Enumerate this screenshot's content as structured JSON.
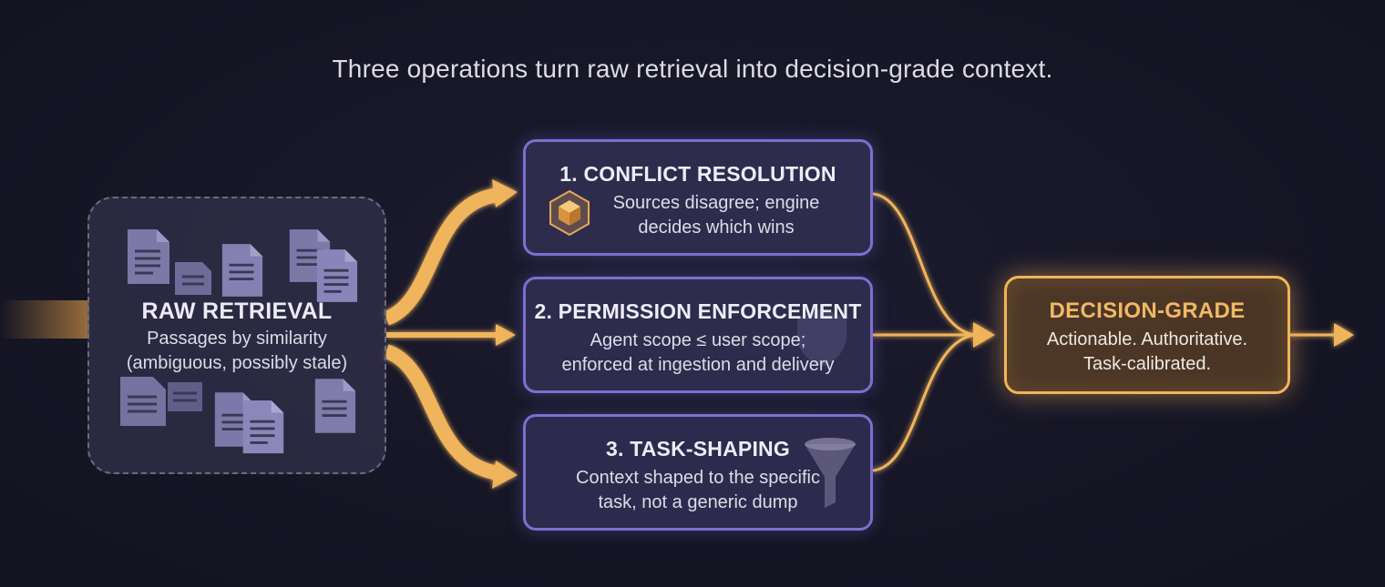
{
  "title": "Three operations turn raw retrieval into decision-grade context.",
  "raw": {
    "title": "RAW RETRIEVAL",
    "line1": "Passages by similarity",
    "line2": "(ambiguous, possibly stale)"
  },
  "operations": [
    {
      "title": "1. CONFLICT RESOLUTION",
      "line1": "Sources disagree; engine",
      "line2": "decides which wins",
      "icon": "cube-hexagon-icon"
    },
    {
      "title": "2. PERMISSION ENFORCEMENT",
      "line1": "Agent scope ≤ user scope;",
      "line2": "enforced at ingestion and delivery",
      "icon": "shield-icon"
    },
    {
      "title": "3. TASK-SHAPING",
      "line1": "Context shaped to the specific",
      "line2": "task, not a generic dump",
      "icon": "funnel-icon"
    }
  ],
  "output": {
    "title": "DECISION-GRADE",
    "line1": "Actionable. Authoritative.",
    "line2": "Task-calibrated."
  },
  "colors": {
    "background": "#161626",
    "flow_orange": "#f0b45c",
    "op_border": "#7c6fd0",
    "raw_border": "#6b6a80"
  }
}
